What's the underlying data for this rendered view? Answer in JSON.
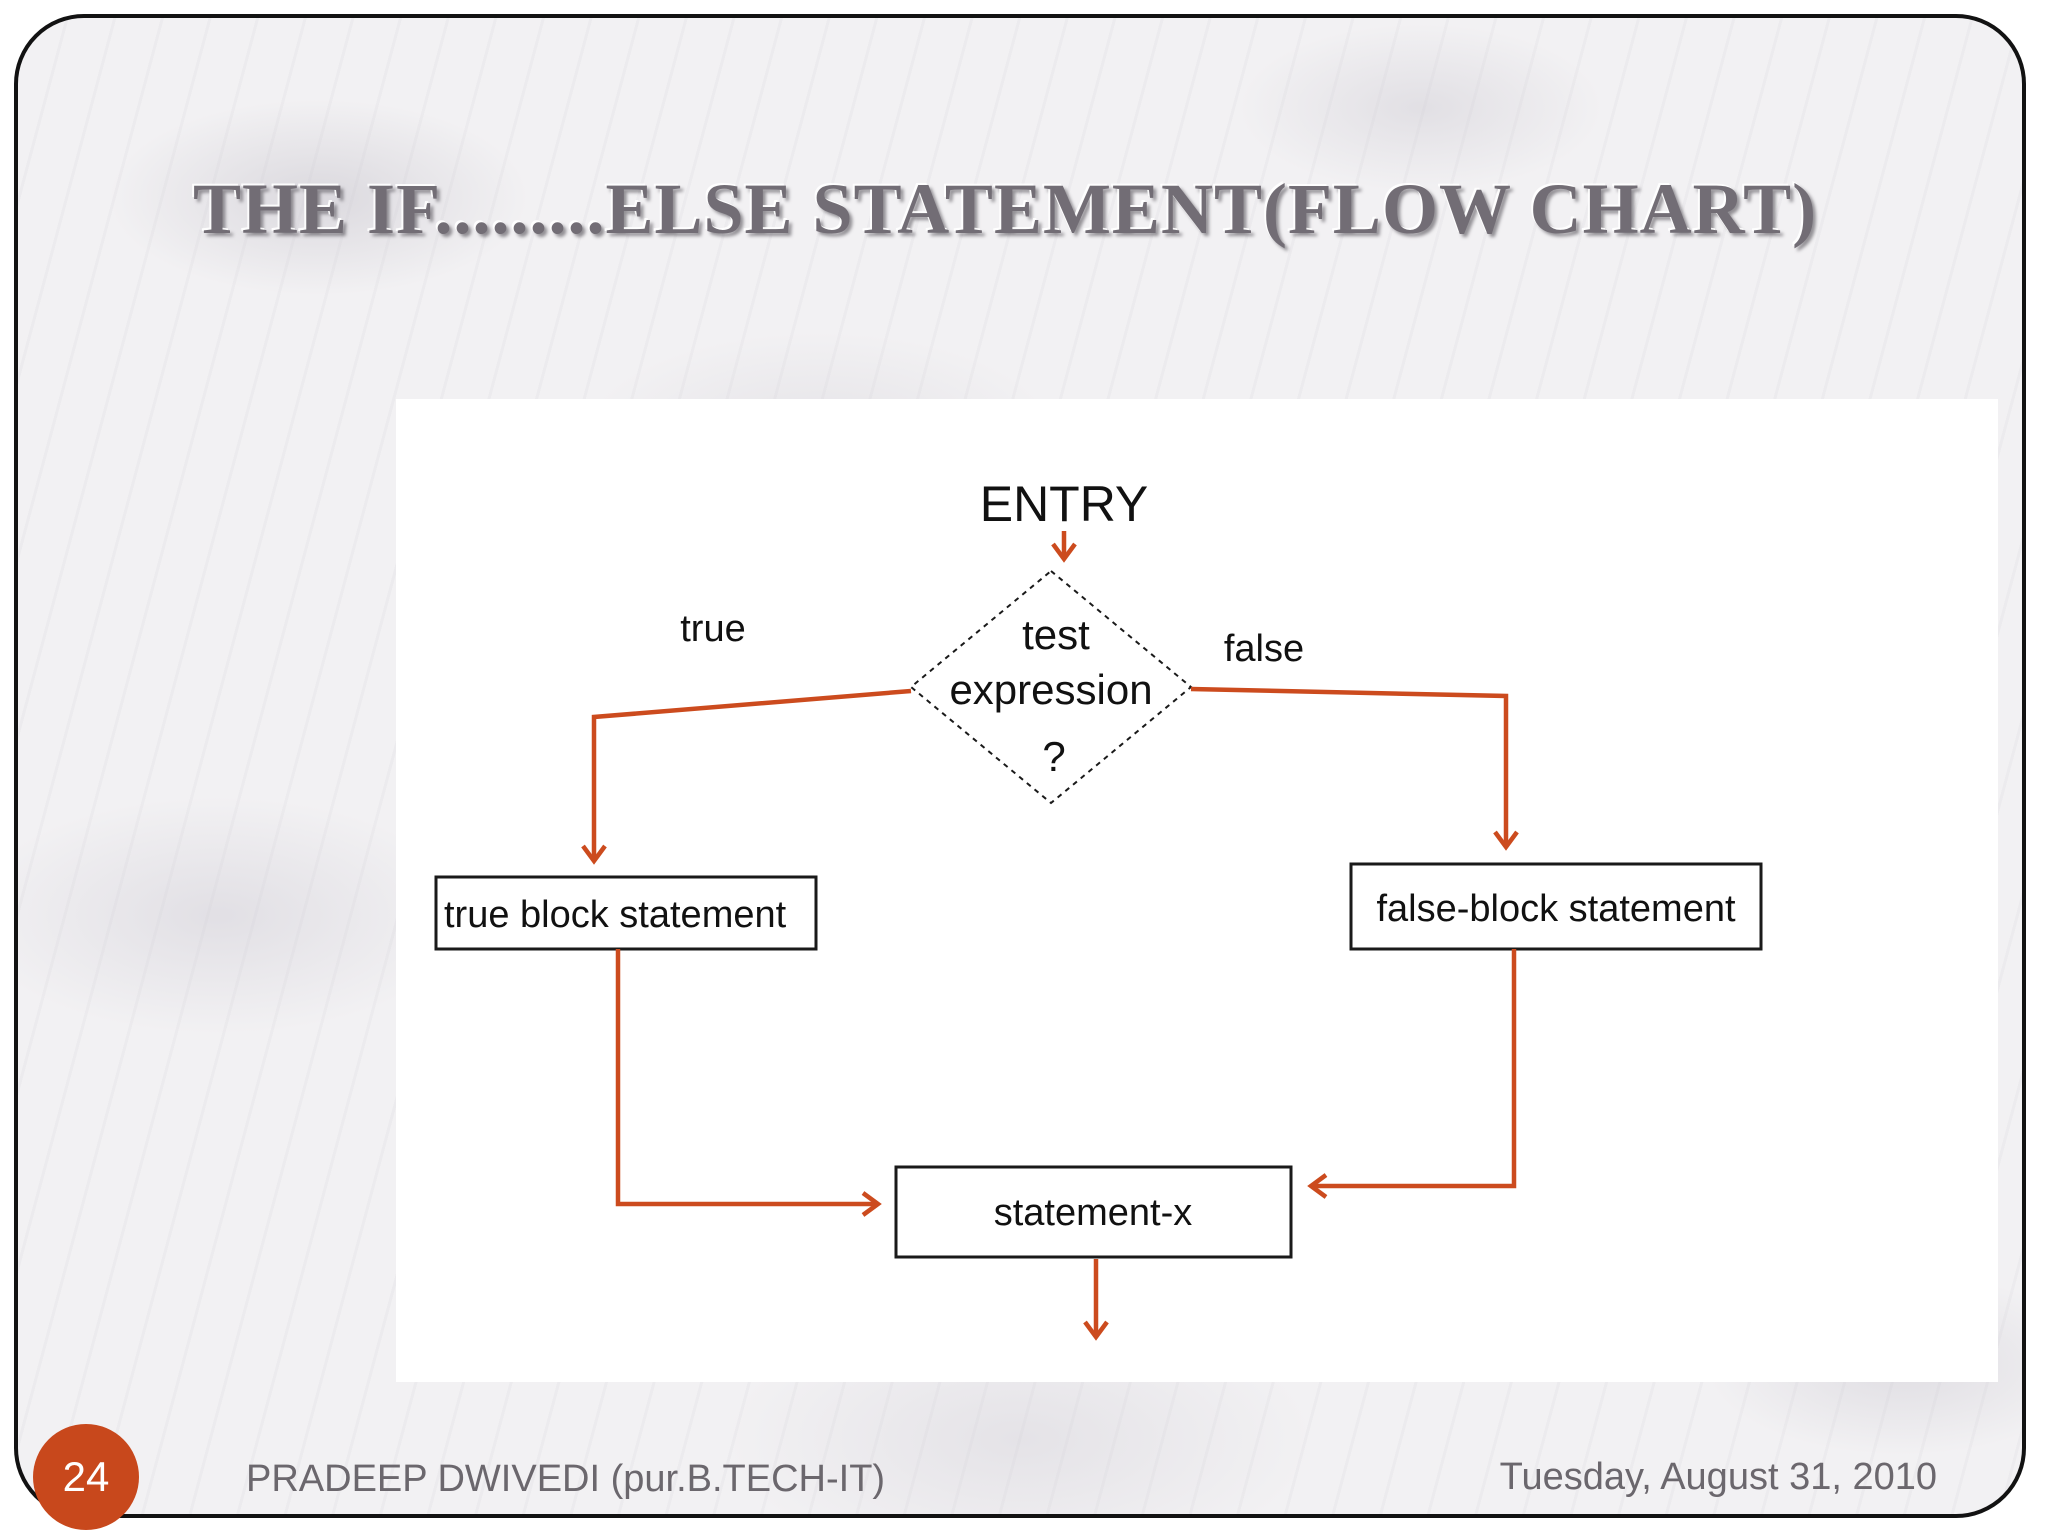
{
  "slide": {
    "title": "THE IF.........ELSE STATEMENT(FLOW CHART)",
    "page_number": "24",
    "footer_left": "PRADEEP DWIVEDI (pur.B.TECH-IT)",
    "footer_right": "Tuesday, August 31, 2010"
  },
  "flowchart": {
    "entry_label": "ENTRY",
    "decision_line1": "test",
    "decision_line2": "expression",
    "decision_line3": "?",
    "true_branch_label": "true",
    "false_branch_label": "false",
    "true_block_label": "true block statement",
    "false_block_label": "false-block statement",
    "statement_x_label": "statement-x"
  },
  "colors": {
    "arrow": "#cc4b1e",
    "page_circle": "#c8481c",
    "title_text": "#726d75",
    "footer_text": "#6b676d",
    "diagram_background": "#ffffff",
    "shape_border": "#1a1a1a"
  }
}
